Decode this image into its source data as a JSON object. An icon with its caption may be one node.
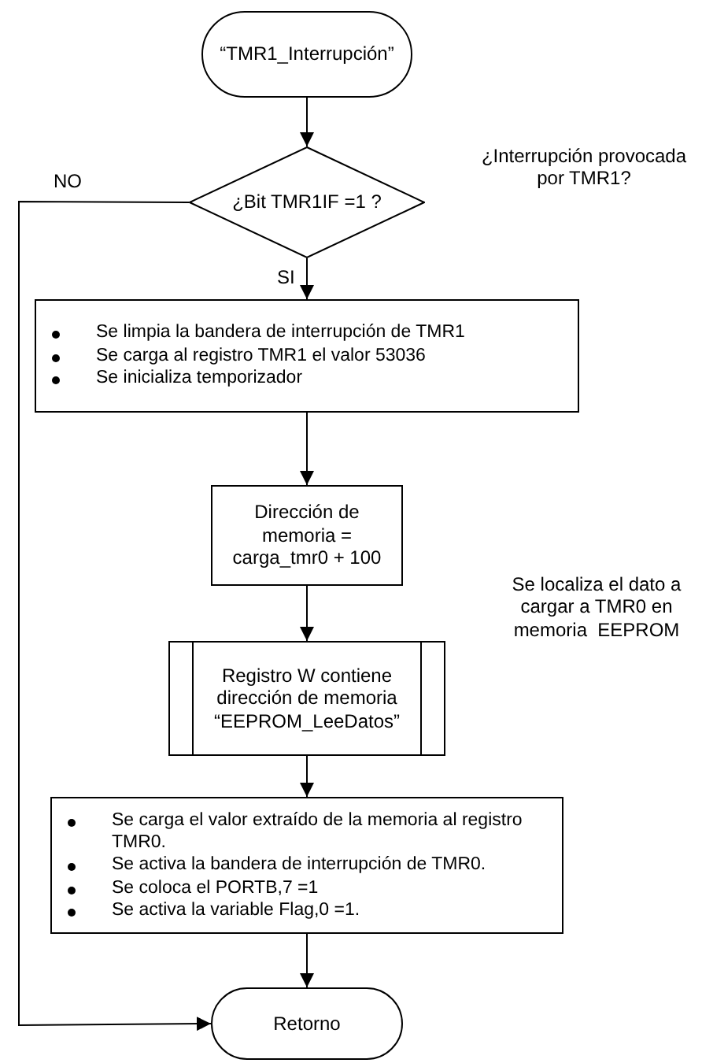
{
  "diagram": {
    "nodes": [
      {
        "text": [
          "“TMR1_Interrupción”"
        ]
      },
      {
        "text": [
          "¿Bit TMR1IF =1 ?"
        ]
      },
      {
        "text": [
          "Se limpia la bandera de interrupción de TMR1",
          "Se carga al registro TMR1 el valor 53036",
          "Se inicializa temporizador"
        ]
      },
      {
        "text": [
          "Dirección de memoria = carga_tmr0 + 100"
        ]
      },
      {
        "text": [
          "Registro W contiene dirección de memoria “EEPROM_LeeDatos”"
        ]
      },
      {
        "text": [
          "Se carga el valor extraído de la memoria al registro TMR0.",
          "Se activa la bandera de interrupción de TMR0.",
          "Se coloca el PORTB,7 =1",
          "Se activa la variable Flag,0 =1."
        ]
      },
      {
        "text": [
          "Retorno"
        ]
      }
    ],
    "edges": [
      {
        "from": 0,
        "to": 1,
        "arrow": "to"
      },
      {
        "from": 1,
        "to": 2,
        "arrow": "to",
        "label": "SI"
      },
      {
        "from": 2,
        "to": 3,
        "arrow": "to"
      },
      {
        "from": 3,
        "to": 4,
        "arrow": "to"
      },
      {
        "from": 4,
        "to": 5,
        "arrow": "to"
      },
      {
        "from": 5,
        "to": 6,
        "arrow": "to"
      },
      {
        "from": 1,
        "to": 6,
        "arrow": "to",
        "label": "NO"
      }
    ],
    "labels": [
      "¿Interrupción provocada por TMR1?",
      "Se localiza el dato a cargar a TMR0 en memoria  EEPROM"
    ]
  }
}
